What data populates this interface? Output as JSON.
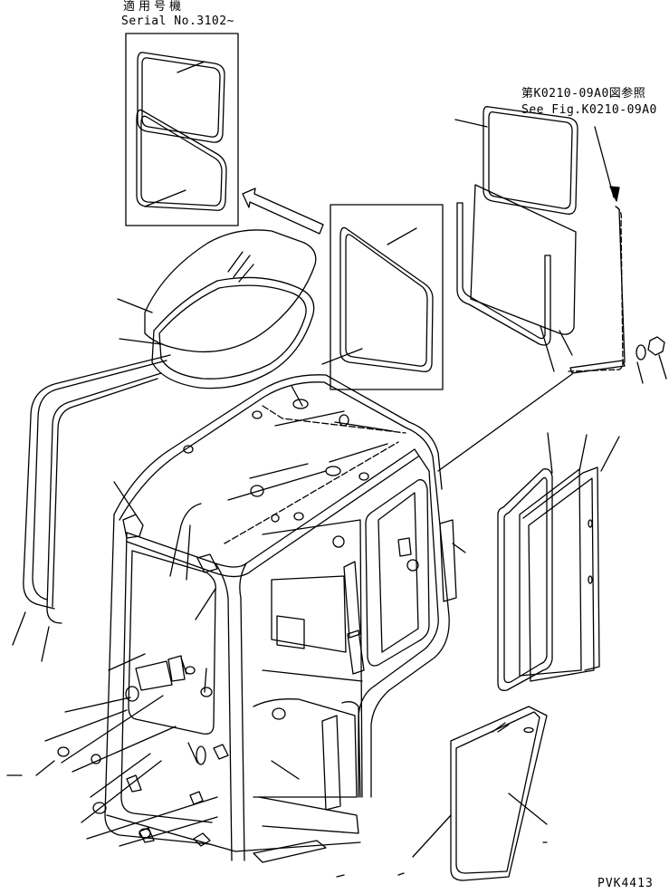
{
  "serial_note": {
    "jp": "適用号機",
    "en": "Serial No.3102~"
  },
  "figure_ref": {
    "jp": "第K0210-09A0図参照",
    "en": "See Fig.K0210-09A0"
  },
  "drawing_code": "PVK4413",
  "colors": {
    "line": "#000000",
    "background": "#ffffff"
  }
}
